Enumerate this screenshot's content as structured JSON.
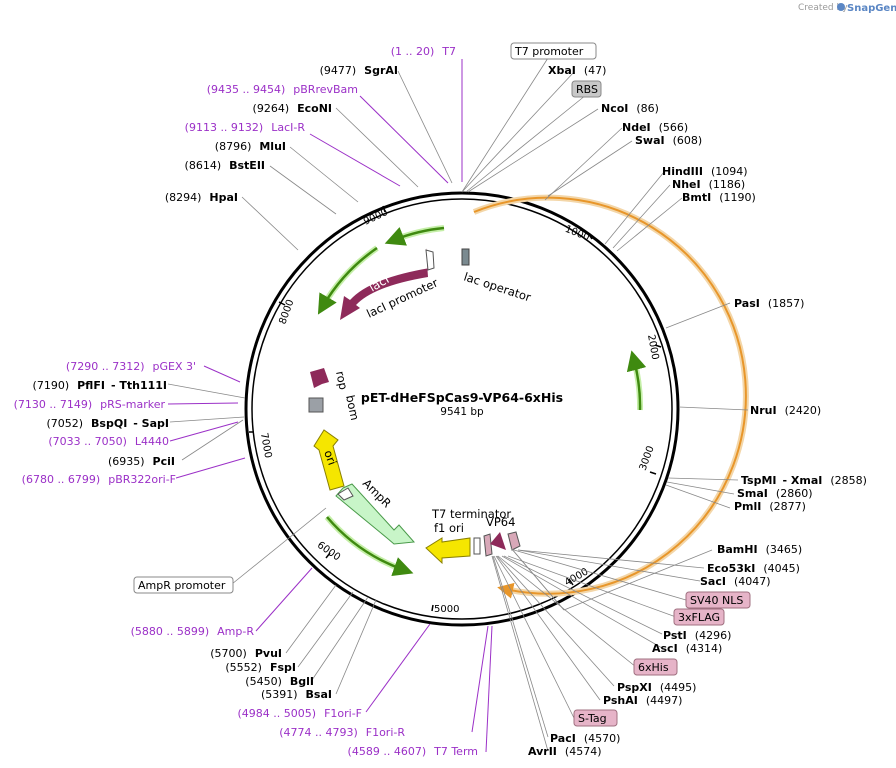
{
  "watermark": {
    "prefix": "Created by",
    "brand": "SnapGene"
  },
  "plasmid": {
    "name": "pET-dHeFSpCas9-VP64-6xHis",
    "length": "9541 bp"
  },
  "ticks": [
    "1000",
    "2000",
    "3000",
    "4000",
    "5000",
    "6000",
    "7000",
    "8000",
    "9000"
  ],
  "labels": [
    {
      "id": "t7p",
      "t": "T7 promoter"
    },
    {
      "id": "xbai",
      "t": "XbaI",
      "p": "(47)"
    },
    {
      "id": "rbs",
      "t": "RBS"
    },
    {
      "id": "ncoi",
      "t": "NcoI",
      "p": "(86)"
    },
    {
      "id": "ndei",
      "t": "NdeI",
      "p": "(566)"
    },
    {
      "id": "swai",
      "t": "SwaI",
      "p": "(608)"
    },
    {
      "id": "hind",
      "t": "HindIII",
      "p": "(1094)"
    },
    {
      "id": "nhei",
      "t": "NheI",
      "p": "(1186)"
    },
    {
      "id": "bmti",
      "t": "BmtI",
      "p": "(1190)"
    },
    {
      "id": "pasi",
      "t": "PasI",
      "p": "(1857)"
    },
    {
      "id": "nrui",
      "t": "NruI",
      "p": "(2420)"
    },
    {
      "id": "tspmi",
      "t": "TspMI",
      "t2": "- XmaI",
      "p": "(2858)"
    },
    {
      "id": "smai",
      "t": "SmaI",
      "p": "(2860)"
    },
    {
      "id": "pmli",
      "t": "PmlI",
      "p": "(2877)"
    },
    {
      "id": "bamhi",
      "t": "BamHI",
      "p": "(3465)"
    },
    {
      "id": "eco53",
      "t": "Eco53kI",
      "p": "(4045)"
    },
    {
      "id": "saci",
      "t": "SacI",
      "p": "(4047)"
    },
    {
      "id": "sv40",
      "t": "SV40 NLS"
    },
    {
      "id": "flag",
      "t": "3xFLAG"
    },
    {
      "id": "psti",
      "t": "PstI",
      "p": "(4296)"
    },
    {
      "id": "asci",
      "t": "AscI",
      "p": "(4314)"
    },
    {
      "id": "his",
      "t": "6xHis"
    },
    {
      "id": "pspxi",
      "t": "PspXI",
      "p": "(4495)"
    },
    {
      "id": "pshai",
      "t": "PshAI",
      "p": "(4497)"
    },
    {
      "id": "stag",
      "t": "S-Tag"
    },
    {
      "id": "paci",
      "t": "PacI",
      "p": "(4570)"
    },
    {
      "id": "avrii",
      "t": "AvrII",
      "p": "(4574)"
    },
    {
      "id": "t7t",
      "t": "T7 Term",
      "p": "(4589 .. 4607)"
    },
    {
      "id": "f1r",
      "t": "F1ori-R",
      "p": "(4774 .. 4793)"
    },
    {
      "id": "f1f",
      "t": "F1ori-F",
      "p": "(4984 .. 5005)"
    },
    {
      "id": "bsai",
      "t": "BsaI",
      "p": "(5391)"
    },
    {
      "id": "bgli",
      "t": "BglI",
      "p": "(5450)"
    },
    {
      "id": "fspi",
      "t": "FspI",
      "p": "(5552)"
    },
    {
      "id": "pvui",
      "t": "PvuI",
      "p": "(5700)"
    },
    {
      "id": "ampr_p",
      "t": "Amp-R",
      "p": "(5880 .. 5899)"
    },
    {
      "id": "amprom",
      "t": "AmpR promoter"
    },
    {
      "id": "pbr",
      "t": "pBR322ori-F",
      "p": "(6780 .. 6799)"
    },
    {
      "id": "pcii",
      "t": "PciI",
      "p": "(6935)"
    },
    {
      "id": "l4440",
      "t": "L4440",
      "p": "(7033 .. 7050)"
    },
    {
      "id": "bspqi",
      "t": "BspQI",
      "t2": "- SapI",
      "p": "(7052)"
    },
    {
      "id": "prs",
      "t": "pRS-marker",
      "p": "(7130 .. 7149)"
    },
    {
      "id": "pflfi",
      "t": "PflFI",
      "t2": "- Tth111I",
      "p": "(7190)"
    },
    {
      "id": "pgex",
      "t": "pGEX 3'",
      "p": "(7290 .. 7312)"
    },
    {
      "id": "hpai",
      "t": "HpaI",
      "p": "(8294)"
    },
    {
      "id": "bsteii",
      "t": "BstEII",
      "p": "(8614)"
    },
    {
      "id": "mlui",
      "t": "MluI",
      "p": "(8796)"
    },
    {
      "id": "laci_r",
      "t": "LacI-R",
      "p": "(9113 .. 9132)"
    },
    {
      "id": "econi",
      "t": "EcoNI",
      "p": "(9264)"
    },
    {
      "id": "pbrrev",
      "t": "pBRrevBam",
      "p": "(9435 .. 9454)"
    },
    {
      "id": "sgrai",
      "t": "SgrAI",
      "p": "(9477)"
    },
    {
      "id": "t7",
      "t": "T7",
      "p": "(1 .. 20)"
    }
  ],
  "features": {
    "lac_operator": "lac operator",
    "laci": "lacI",
    "laci_promoter": "lacI promoter",
    "rop": "rop",
    "bom": "bom",
    "ori": "ori",
    "ampr": "AmpR",
    "t7_terminator": "T7 terminator",
    "f1_ori": "f1 ori",
    "vp64": "VP64"
  },
  "colors": {
    "primer": "#9b30c7",
    "orange": "#e8962a",
    "green": "#5aa21e",
    "lacI": "#8e2a5a",
    "ori": "#f5e600",
    "ampr": "#c8f5c8",
    "tag": "#e6b4c8"
  }
}
